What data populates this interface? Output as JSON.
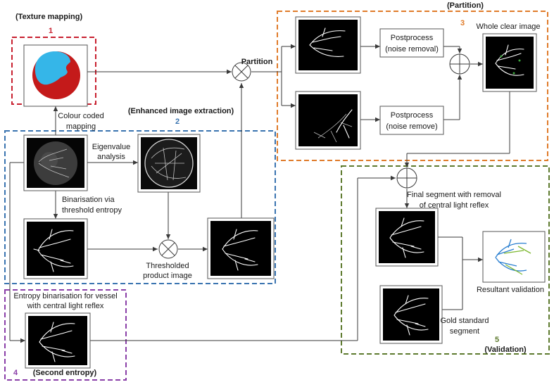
{
  "sections": {
    "texture_mapping": {
      "title": "(Texture mapping)",
      "number": "1",
      "color": "#c8202f"
    },
    "enhanced_extraction": {
      "title": "(Enhanced image extraction)",
      "number": "2",
      "color": "#3a74b0"
    },
    "partition": {
      "title": "(Partition)",
      "number": "3",
      "color": "#e07b2a"
    },
    "second_entropy": {
      "title": "(Second entropy)",
      "number": "4",
      "color": "#8a3fa8"
    },
    "validation": {
      "title": "(Validation)",
      "number": "5",
      "color": "#5d7a2e"
    }
  },
  "labels": {
    "colour_coded": [
      "Colour coded",
      "mapping"
    ],
    "partition_node": "Partition",
    "eigenvalue": [
      "Eigenvalue",
      "analysis"
    ],
    "binarisation": [
      "Binarisation via",
      "threshold entropy"
    ],
    "thresholded": [
      "Thresholded",
      "product image"
    ],
    "entropy_binarisation": [
      "Entropy binarisation for vessel",
      "with central light reflex"
    ],
    "whole_clear": "Whole clear image",
    "final_segment": [
      "Final segment with removal",
      "of central light reflex"
    ],
    "resultant": "Resultant validation",
    "gold_standard": [
      "Gold standard",
      "segment"
    ]
  },
  "process_boxes": {
    "postprocess_1": [
      "Postprocess",
      "(noise removal)"
    ],
    "postprocess_2": [
      "Postprocess",
      "(noise remove)"
    ]
  },
  "colors": {
    "map_blue": "#35b6e8",
    "map_red": "#c41a1a",
    "validation_green": "#7db830",
    "validation_blue": "#2a7fd0"
  }
}
